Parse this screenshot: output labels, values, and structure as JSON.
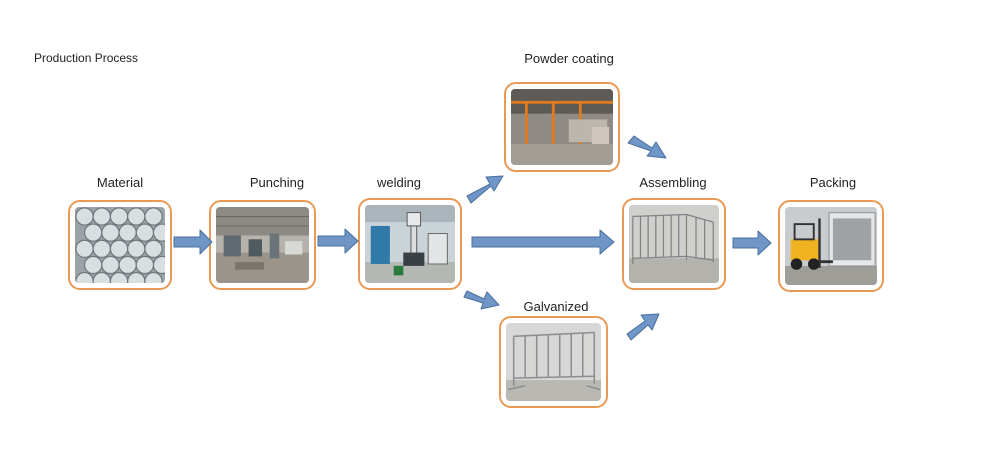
{
  "title": "Production Process",
  "steps": {
    "material": {
      "label": "Material",
      "image_icon": "steel-tubes-photo"
    },
    "punching": {
      "label": "Punching",
      "image_icon": "punching-workshop-photo"
    },
    "welding": {
      "label": "welding",
      "image_icon": "welding-robot-photo"
    },
    "powder_coating": {
      "label": "Powder coating",
      "image_icon": "powder-coating-line-photo"
    },
    "galvanized": {
      "label": "Galvanized",
      "image_icon": "galvanized-barrier-photo"
    },
    "assembling": {
      "label": "Assembling",
      "image_icon": "assembled-fence-photo"
    },
    "packing": {
      "label": "Packing",
      "image_icon": "forklift-packing-photo"
    }
  },
  "colors": {
    "frame_border": "#e89a55",
    "arrow_fill": "#6f96c6",
    "arrow_stroke": "#4a6f9e"
  }
}
